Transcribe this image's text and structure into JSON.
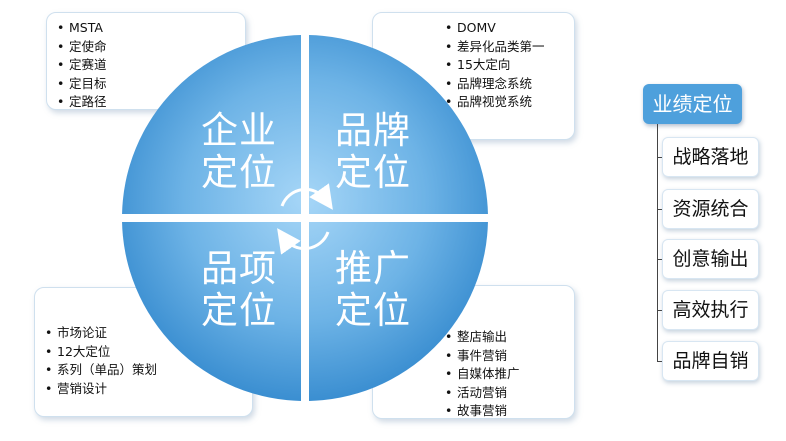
{
  "quadrants": {
    "top_left": {
      "line1": "企业",
      "line2": "定位",
      "items": [
        "MSTA",
        "定使命",
        "定赛道",
        "定目标",
        "定路径"
      ]
    },
    "top_right": {
      "line1": "品牌",
      "line2": "定位",
      "items": [
        "DOMV",
        "差异化品类第一",
        "15大定向",
        "品牌理念系统",
        "品牌视觉系统"
      ]
    },
    "bottom_left": {
      "line1": "品项",
      "line2": "定位",
      "items": [
        "市场论证",
        "12大定位",
        "系列（单品）策划",
        "营销设计"
      ]
    },
    "bottom_right": {
      "line1": "推广",
      "line2": "定位",
      "items": [
        "整店输出",
        "事件营销",
        "自媒体推广",
        "活动营销",
        "故事营销"
      ]
    }
  },
  "performance": {
    "title": "业绩定位",
    "items": [
      "战略落地",
      "资源统合",
      "创意输出",
      "高效执行",
      "品牌自销"
    ]
  },
  "colors": {
    "wheel_light": "#8ec8f0",
    "wheel_dark": "#2f86cc",
    "accent": "#4ea0dc"
  }
}
